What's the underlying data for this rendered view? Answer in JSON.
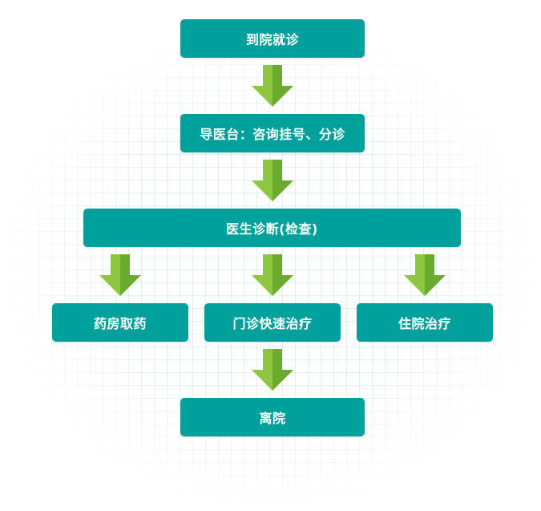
{
  "steps": {
    "arrive": "到院就诊",
    "guide": "导医台：咨询挂号、分诊",
    "diagnosis": "医生诊断(检查)",
    "pharmacy": "药房取药",
    "outpatient": "门诊快速治疗",
    "inpatient": "住院治疗",
    "discharge": "离院"
  },
  "colors": {
    "node_fill": "#00a09c",
    "node_text": "#ffffff",
    "arrow_light": "#8dc63f",
    "arrow_dark": "#6aab2e"
  }
}
